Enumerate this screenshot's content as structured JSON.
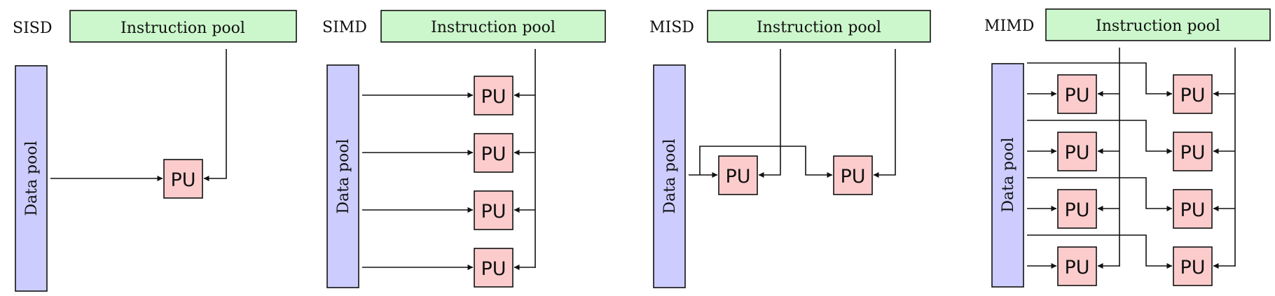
{
  "colors": {
    "instruction_pool": "#ccf7cc",
    "data_pool": "#ccccff",
    "processing_unit": "#fccccc",
    "stroke": "#111111"
  },
  "panels": {
    "sisd": {
      "title": "SISD",
      "instruction_pool": "Instruction pool",
      "data_pool": "Data pool",
      "pu": [
        "PU"
      ]
    },
    "simd": {
      "title": "SIMD",
      "instruction_pool": "Instruction pool",
      "data_pool": "Data pool",
      "pu": [
        "PU",
        "PU",
        "PU",
        "PU"
      ]
    },
    "misd": {
      "title": "MISD",
      "instruction_pool": "Instruction pool",
      "data_pool": "Data pool",
      "pu": [
        "PU",
        "PU"
      ]
    },
    "mimd": {
      "title": "MIMD",
      "instruction_pool": "Instruction pool",
      "data_pool": "Data pool",
      "pu": [
        "PU",
        "PU",
        "PU",
        "PU",
        "PU",
        "PU",
        "PU",
        "PU"
      ]
    }
  }
}
